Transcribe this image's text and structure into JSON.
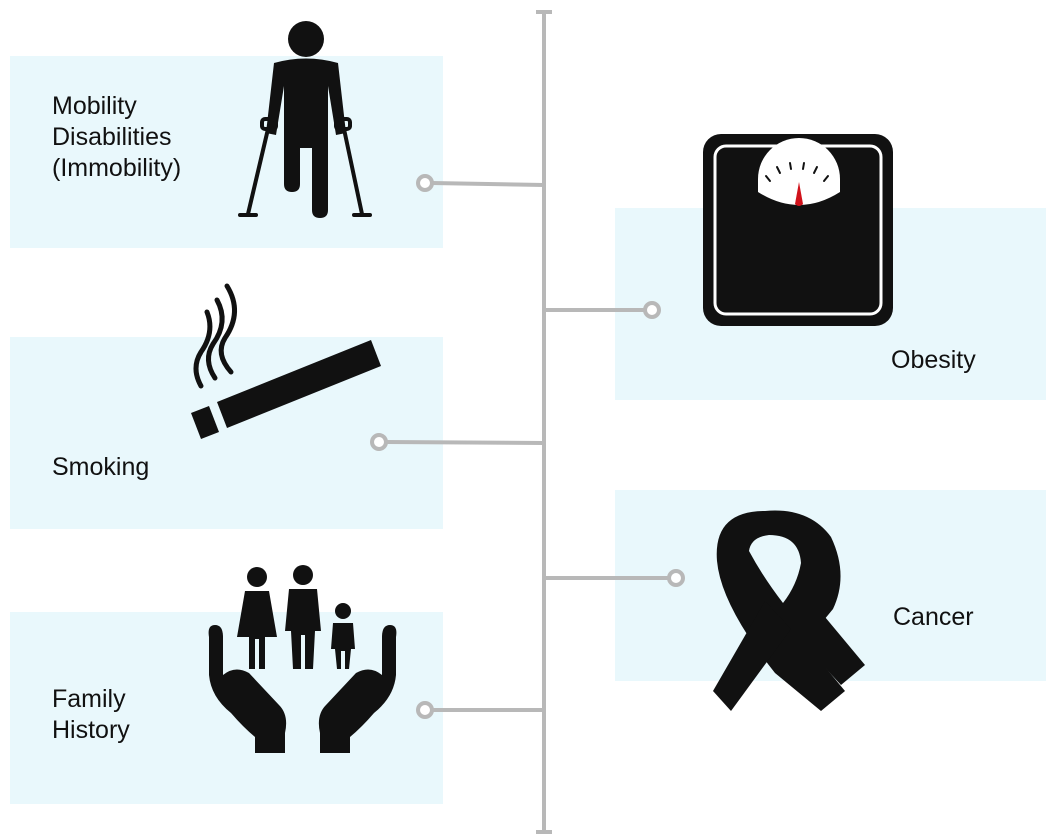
{
  "colors": {
    "panel_background": "#e9f8fc",
    "connector": "#b8b8b8",
    "icon": "#111111",
    "scale_needle": "#d0121b"
  },
  "factors": {
    "mobility": {
      "label_lines": [
        "Mobility",
        "Disabilities",
        "(Immobility)"
      ],
      "icon": "person-with-crutches-icon"
    },
    "smoking": {
      "label_lines": [
        "Smoking"
      ],
      "icon": "cigarette-icon"
    },
    "family_history": {
      "label_lines": [
        "Family",
        "History"
      ],
      "icon": "family-in-hands-icon"
    },
    "obesity": {
      "label_lines": [
        "Obesity"
      ],
      "icon": "weighing-scale-icon"
    },
    "cancer": {
      "label_lines": [
        "Cancer"
      ],
      "icon": "awareness-ribbon-icon"
    }
  }
}
